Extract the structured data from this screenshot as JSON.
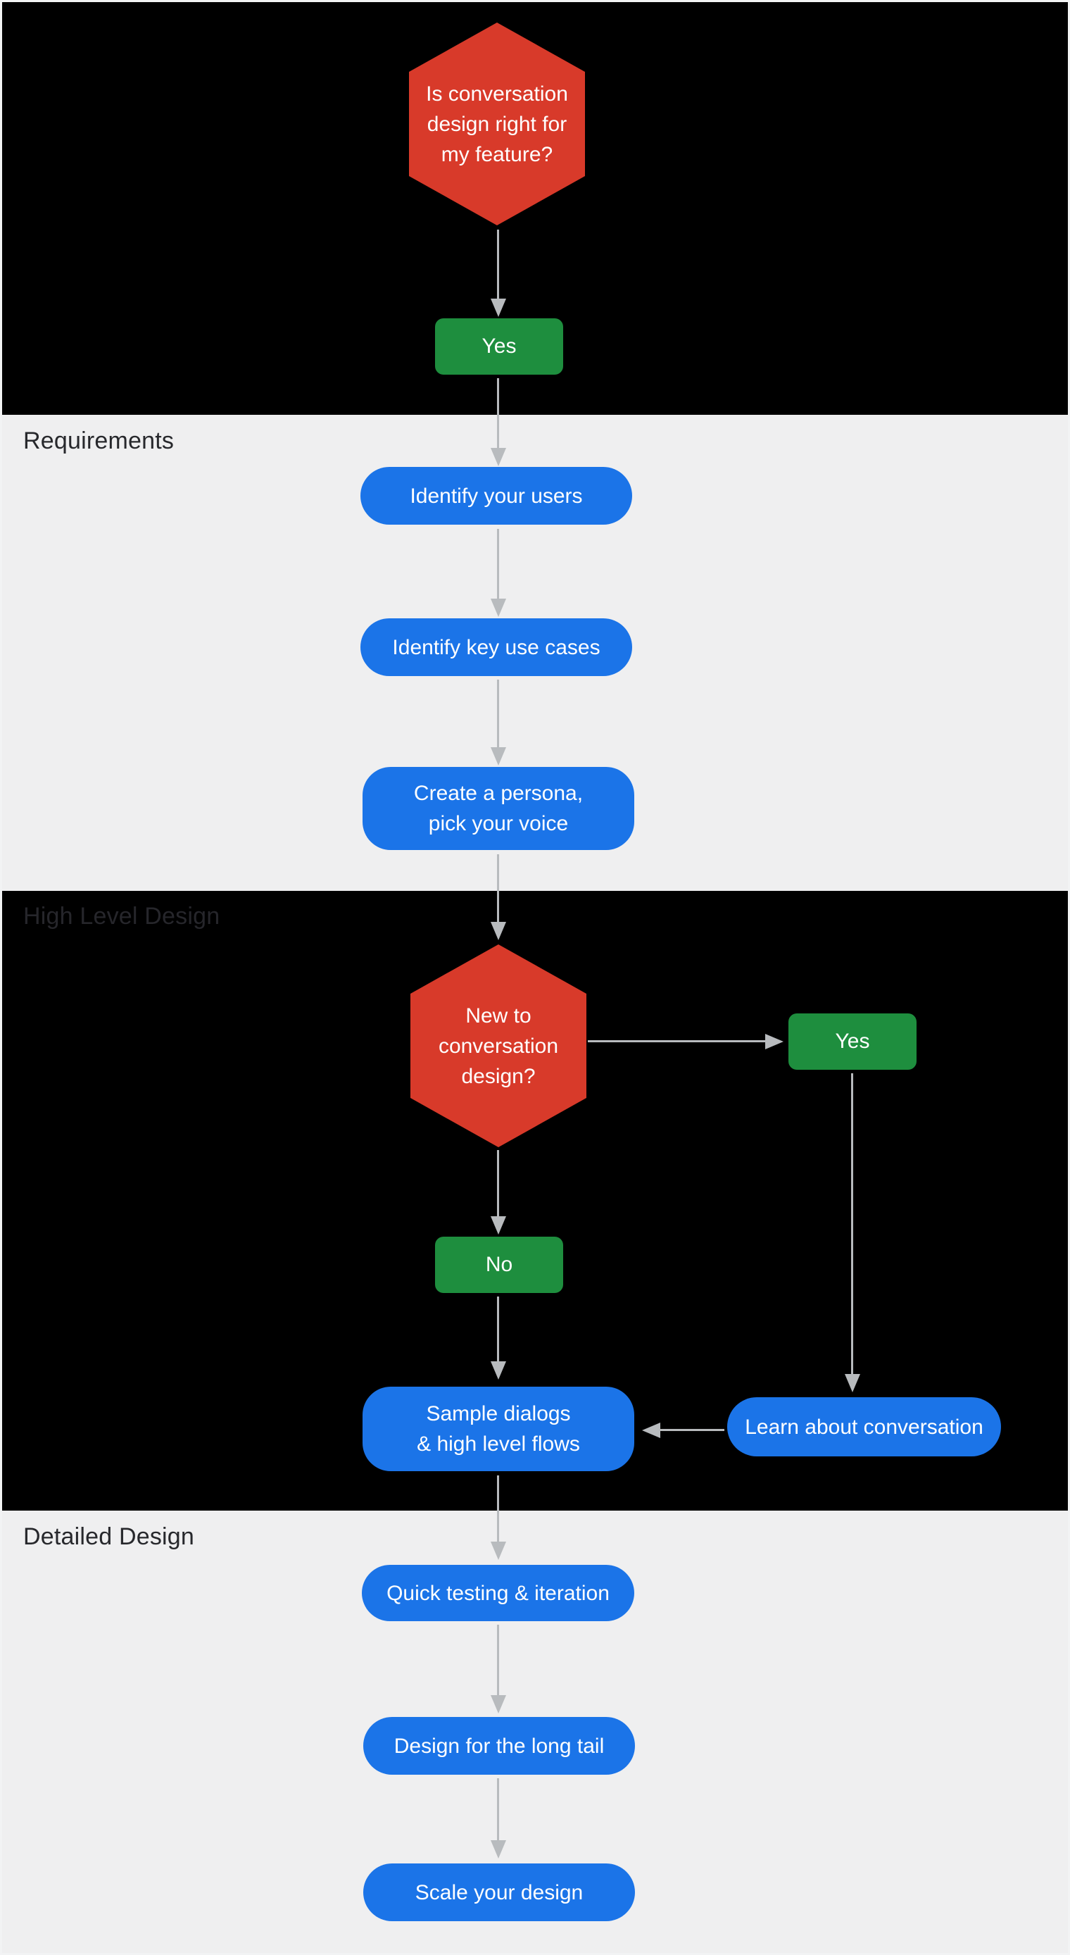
{
  "palette": {
    "decision_red": "#d83a2a",
    "answer_green": "#1e8e3e",
    "step_blue": "#1b74e8",
    "arrow_gray": "#b8bbbe",
    "section_dark_bg": "#000000",
    "section_light_bg": "#efeff0",
    "label_on_light": "#27282c",
    "label_on_dark": "#26262b",
    "node_text": "#ffffff"
  },
  "sections": {
    "requirements": {
      "label": "Requirements"
    },
    "high_level_design": {
      "label": "High Level Design"
    },
    "detailed_design": {
      "label": "Detailed Design"
    }
  },
  "nodes": {
    "q_is_conversation_design_right": {
      "lines": [
        "Is conversation",
        "design right for",
        "my feature?"
      ]
    },
    "yes_start": {
      "label": "Yes"
    },
    "identify_your_users": {
      "label": "Identify your users"
    },
    "identify_key_use_cases": {
      "label": "Identify key use cases"
    },
    "create_persona": {
      "lines": [
        "Create a persona,",
        "pick your voice"
      ]
    },
    "q_new_to_conversation_design": {
      "lines": [
        "New to",
        "conversation",
        "design?"
      ]
    },
    "yes_new": {
      "label": "Yes"
    },
    "no_new": {
      "label": "No"
    },
    "sample_dialogs": {
      "lines": [
        "Sample dialogs",
        "& high level flows"
      ]
    },
    "learn_about_conversation": {
      "label": "Learn about conversation"
    },
    "quick_testing": {
      "label": "Quick testing & iteration"
    },
    "design_long_tail": {
      "label": "Design for the long tail"
    },
    "scale_your_design": {
      "label": "Scale your design"
    }
  }
}
